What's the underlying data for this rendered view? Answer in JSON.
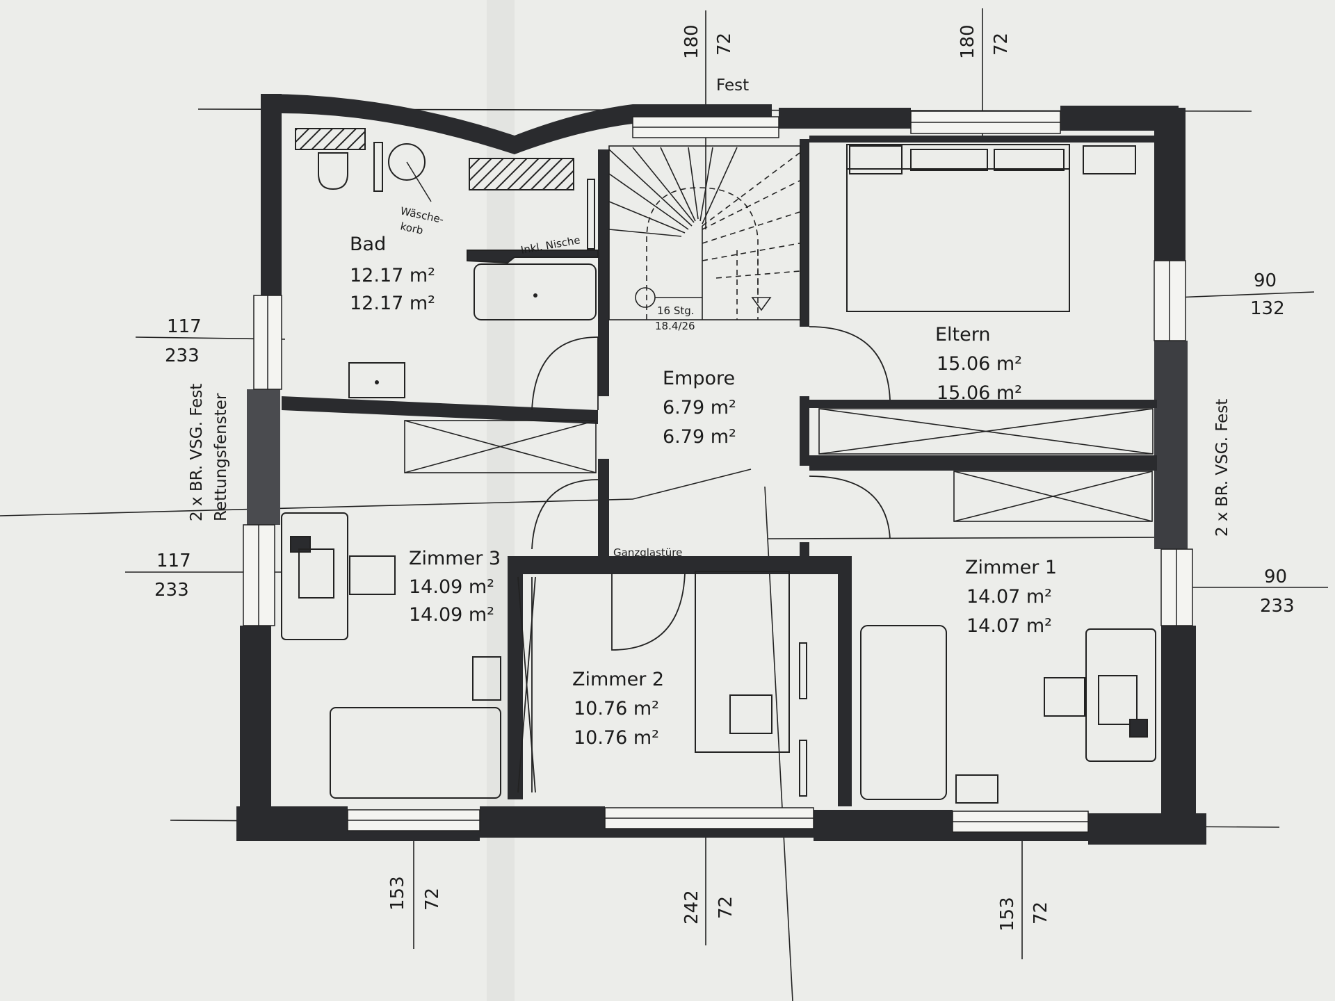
{
  "rooms": {
    "bad": {
      "name": "Bad",
      "area1": "12.17 m²",
      "area2": "12.17 m²"
    },
    "empore": {
      "name": "Empore",
      "area1": "6.79 m²",
      "area2": "6.79 m²"
    },
    "eltern": {
      "name": "Eltern",
      "area1": "15.06 m²",
      "area2": "15.06 m²"
    },
    "zimmer3": {
      "name": "Zimmer 3",
      "area1": "14.09 m²",
      "area2": "14.09 m²"
    },
    "zimmer2": {
      "name": "Zimmer 2",
      "area1": "10.76 m²",
      "area2": "10.76 m²"
    },
    "zimmer1": {
      "name": "Zimmer 1",
      "area1": "14.07 m²",
      "area2": "14.07 m²"
    }
  },
  "notes": {
    "waesche_1": "Wäsche-",
    "waesche_2": "korb",
    "nische": "Inkl. Nische",
    "stairs_1": "16 Stg.",
    "stairs_2": "18.4/26",
    "ganzglas": "Ganzglastüre",
    "fest": "Fest",
    "left_note_1": "2 x BR. VSG. Fest",
    "left_note_2": "Rettungsfenster",
    "right_note": "2 x BR. VSG. Fest"
  },
  "window_dims": {
    "top_left": {
      "a": "180",
      "b": "72"
    },
    "top_right": {
      "a": "180",
      "b": "72"
    },
    "left_upper": {
      "a": "117",
      "b": "233"
    },
    "left_lower": {
      "a": "117",
      "b": "233"
    },
    "right_upper": {
      "a": "90",
      "b": "132"
    },
    "right_lower": {
      "a": "90",
      "b": "233"
    },
    "bottom_left": {
      "a": "153",
      "b": "72"
    },
    "bottom_center": {
      "a": "242",
      "b": "72"
    },
    "bottom_right": {
      "a": "153",
      "b": "72"
    }
  },
  "colors": {
    "wall": "#2a2b2e",
    "paper": "#ecedea",
    "line": "#1b1b1b"
  }
}
